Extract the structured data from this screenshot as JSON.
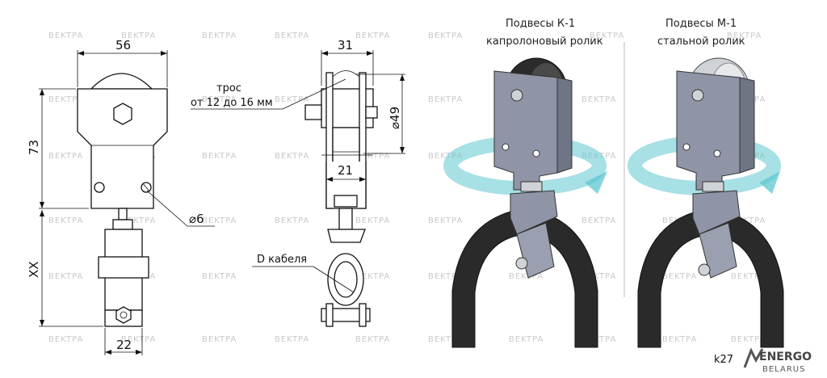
{
  "watermark": "BEKTPA",
  "left_drawing": {
    "dim_width": "56",
    "dim_height": "73",
    "dim_hole": "⌀6",
    "dim_xx": "XX",
    "dim_bottom": "22"
  },
  "middle_drawing": {
    "dim_top": "31",
    "dim_wheel": "⌀49",
    "dim_inner": "21",
    "cable_label_line1": "трос",
    "cable_label_line2": "от 12 до 16 мм",
    "d_cable_label": "D кабеля"
  },
  "right_render": {
    "title_k_line1": "Подвесы К-1",
    "title_k_line2": "капролоновый ролик",
    "title_m_line1": "Подвесы М-1",
    "title_m_line2": "стальной ролик",
    "code": "k27",
    "logo_top": "ENERGO",
    "logo_bottom": "BELARUS"
  },
  "colors": {
    "wheel_dark": "#2b2b2b",
    "wheel_steel": "#cfd3d8",
    "bracket": "#8f95a6",
    "arrow": "#5ec7cf",
    "cable": "#2a2a2a"
  }
}
